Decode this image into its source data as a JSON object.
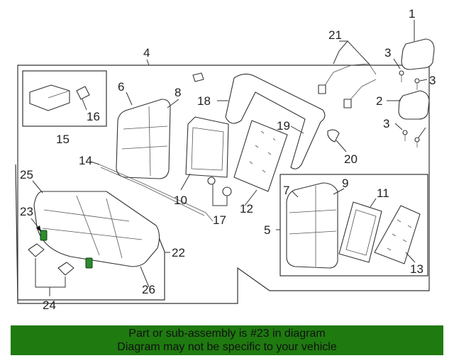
{
  "callouts": {
    "c1": "1",
    "c2": "2",
    "c3a": "3",
    "c3b": "3",
    "c3c": "3",
    "c4": "4",
    "c5": "5",
    "c6": "6",
    "c7": "7",
    "c8": "8",
    "c9": "9",
    "c10": "10",
    "c11": "11",
    "c12": "12",
    "c13": "13",
    "c14": "14",
    "c15": "15",
    "c16": "16",
    "c17": "17",
    "c18": "18",
    "c19": "19",
    "c20": "20",
    "c21": "21",
    "c22": "22",
    "c23": "23",
    "c24": "24",
    "c25": "25",
    "c26": "26"
  },
  "highlight_color": "#2e8b2e",
  "banner": {
    "line1": "Part or sub-assembly is #23 in diagram",
    "line2": "Diagram may not be specific to your vehicle",
    "color": "#1f7a10"
  }
}
